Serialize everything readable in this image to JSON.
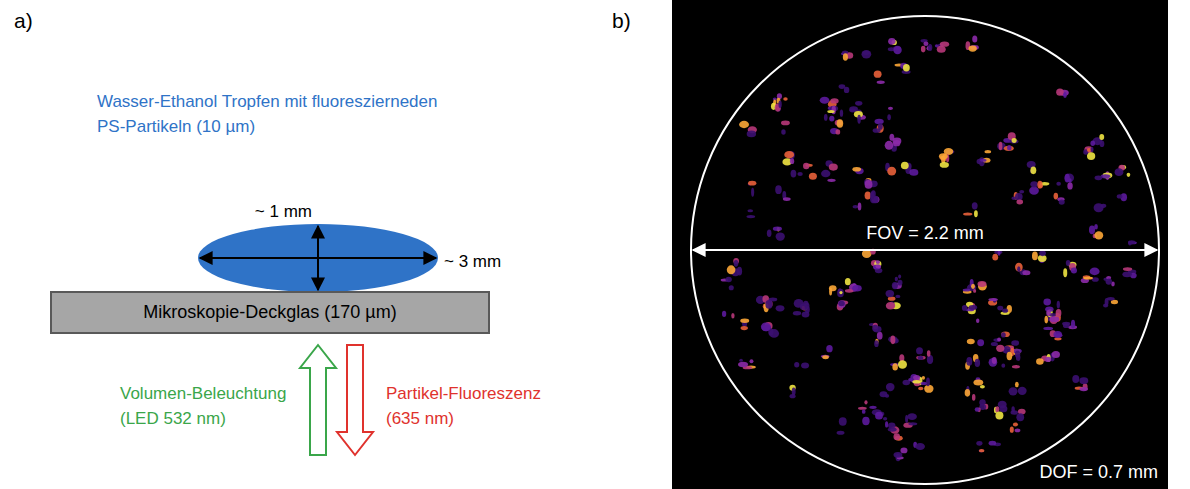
{
  "diagram": {
    "nodes": [
      {
        "text": [
          "Mikroskopie-Deckglas (170 µm)"
        ]
      },
      {
        "text": [
          "FOV = 2.2 mm",
          "DOF = 0.7 mm"
        ]
      }
    ],
    "labels": [
      "a)",
      "b)",
      "Wasser-Ethanol Tropfen mit fluoreszierneden PS-Partikeln (10 µm)",
      "~ 1 mm",
      "~ 3 mm",
      "Volumen-Beleuchtung (LED 532 nm)",
      "Partikel-Fluoreszenz (635 nm)"
    ]
  }
}
